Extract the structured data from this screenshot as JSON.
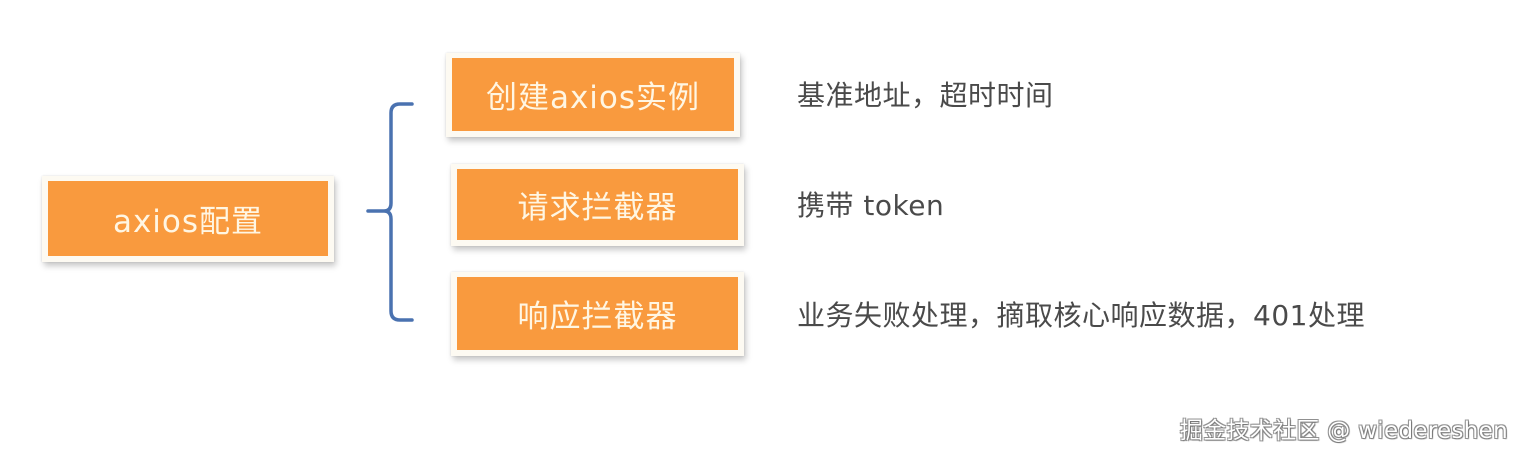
{
  "diagram": {
    "root": {
      "label": "axios配置"
    },
    "branches": [
      {
        "label": "创建axios实例",
        "description": "基准地址，超时时间"
      },
      {
        "label": "请求拦截器",
        "description": "携带 token"
      },
      {
        "label": "响应拦截器",
        "description": "业务失败处理，摘取核心响应数据，401处理"
      }
    ],
    "connector": "curly-brace-icon"
  },
  "colors": {
    "box_fill": "#f99a3e",
    "box_border": "#fdfaf2",
    "box_text": "#fff6e3",
    "bracket": "#4a72b0",
    "description_text": "#4a4a4a"
  },
  "watermark": {
    "text": "掘金技术社区 @ wiedereshen"
  }
}
